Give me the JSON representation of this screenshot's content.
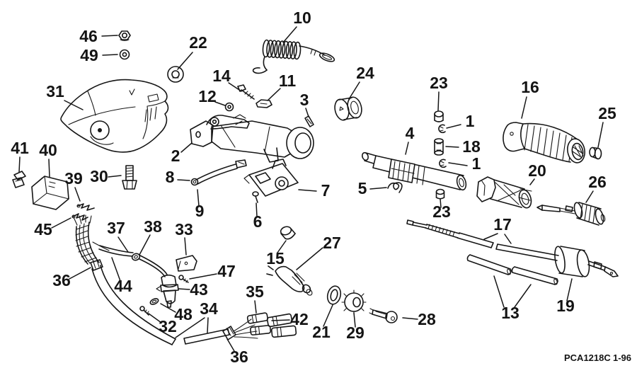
{
  "diagram": {
    "ink_color": "#161616",
    "paper_color": "#ffffff",
    "footer": {
      "code": "PCA1218C",
      "issue": "1-96"
    },
    "callouts": [
      {
        "label": "46"
      },
      {
        "label": "49"
      },
      {
        "label": "22"
      },
      {
        "label": "31"
      },
      {
        "label": "10"
      },
      {
        "label": "14"
      },
      {
        "label": "12"
      },
      {
        "label": "11"
      },
      {
        "label": "3"
      },
      {
        "label": "24"
      },
      {
        "label": "23"
      },
      {
        "label": "1"
      },
      {
        "label": "18"
      },
      {
        "label": "1"
      },
      {
        "label": "16"
      },
      {
        "label": "25"
      },
      {
        "label": "4"
      },
      {
        "label": "20"
      },
      {
        "label": "26"
      },
      {
        "label": "5"
      },
      {
        "label": "23"
      },
      {
        "label": "17"
      },
      {
        "label": "41"
      },
      {
        "label": "40"
      },
      {
        "label": "39"
      },
      {
        "label": "30"
      },
      {
        "label": "45"
      },
      {
        "label": "2"
      },
      {
        "label": "8"
      },
      {
        "label": "9"
      },
      {
        "label": "7"
      },
      {
        "label": "6"
      },
      {
        "label": "37"
      },
      {
        "label": "38"
      },
      {
        "label": "33"
      },
      {
        "label": "36"
      },
      {
        "label": "44"
      },
      {
        "label": "43"
      },
      {
        "label": "47"
      },
      {
        "label": "48"
      },
      {
        "label": "32"
      },
      {
        "label": "34"
      },
      {
        "label": "35"
      },
      {
        "label": "42"
      },
      {
        "label": "36"
      },
      {
        "label": "21"
      },
      {
        "label": "29"
      },
      {
        "label": "28"
      },
      {
        "label": "15"
      },
      {
        "label": "27"
      },
      {
        "label": "13"
      },
      {
        "label": "19"
      }
    ]
  }
}
